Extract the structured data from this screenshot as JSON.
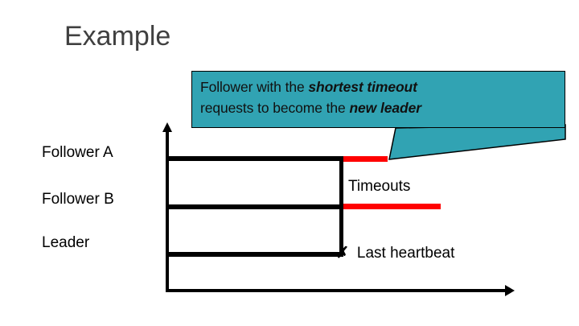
{
  "slide": {
    "title": "Example",
    "title_color": "#404040",
    "background": "#ffffff"
  },
  "callout": {
    "background_color": "#31a3b3",
    "border_color": "#000000",
    "line1_prefix": "Follower with the ",
    "line1_emphasis": "shortest timeout",
    "line2_prefix": "requests to become the ",
    "line2_emphasis": "new leader"
  },
  "chart_data": {
    "type": "timeline",
    "title": "Example",
    "xlabel": "",
    "ylabel": "",
    "grid": false,
    "legend": false,
    "axis_color": "#000000",
    "heartbeat_time": 216,
    "xlim": [
      0,
      424
    ],
    "rows": [
      {
        "label": "Follower A",
        "track_color": "#000000",
        "track_length": 216,
        "timeout_color": "#ff0000",
        "timeout_length": 57
      },
      {
        "label": "Follower B",
        "track_color": "#000000",
        "track_length": 216,
        "timeout_color": "#ff0000",
        "timeout_length": 123
      },
      {
        "label": "Leader",
        "track_color": "#000000",
        "track_length": 216,
        "timeout_color": "#ff0000",
        "timeout_length": 0
      }
    ],
    "annotations": [
      {
        "name": "timeouts",
        "text": "Timeouts"
      },
      {
        "name": "last-heartbeat",
        "marker": "✗",
        "text": "Last heartbeat"
      }
    ]
  },
  "labels": {
    "timeouts": "Timeouts",
    "heartbeat_marker": "✗",
    "heartbeat_text": "Last heartbeat"
  }
}
